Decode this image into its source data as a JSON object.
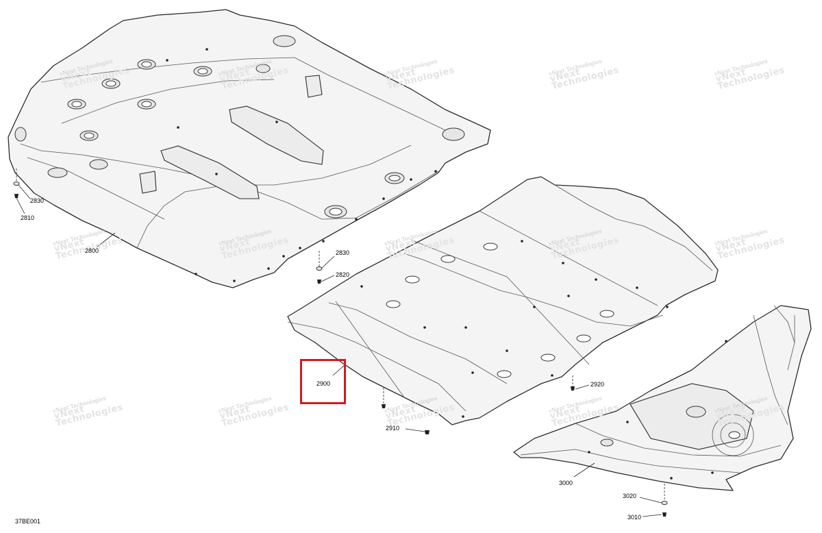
{
  "figure": {
    "doc_code": "37BE001",
    "highlight_color": "#d31920",
    "watermark": {
      "line1": "vNext Technologies",
      "line2": "vNext",
      "line3": "Technologies"
    }
  },
  "callouts": [
    {
      "id": "2830a",
      "label": "2830"
    },
    {
      "id": "2810",
      "label": "2810"
    },
    {
      "id": "2800",
      "label": "2800"
    },
    {
      "id": "2830b",
      "label": "2830"
    },
    {
      "id": "2820",
      "label": "2820"
    },
    {
      "id": "2900",
      "label": "2900"
    },
    {
      "id": "2910",
      "label": "2910"
    },
    {
      "id": "2920",
      "label": "2920"
    },
    {
      "id": "3000",
      "label": "3000"
    },
    {
      "id": "3020",
      "label": "3020"
    },
    {
      "id": "3010",
      "label": "3010"
    }
  ]
}
